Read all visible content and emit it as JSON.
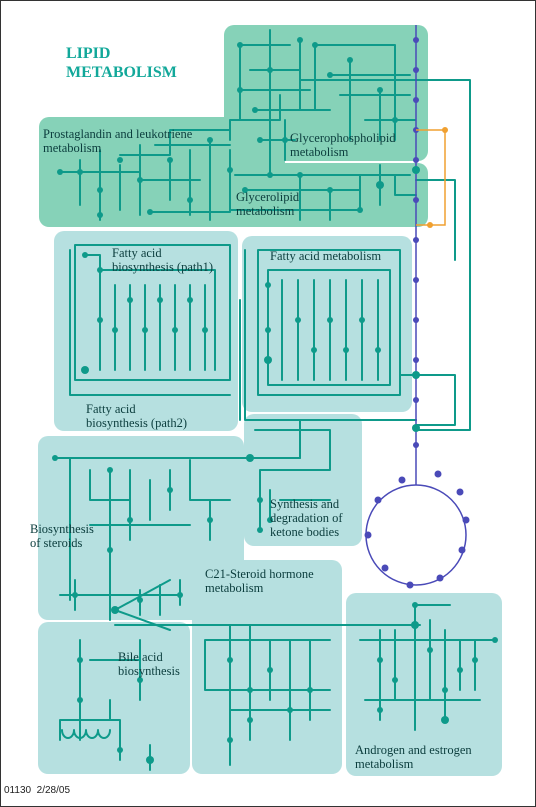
{
  "title_line1": "LIPID",
  "title_line2": "METABOLISM",
  "footer_code": "01130",
  "footer_date": "2/28/05",
  "colors": {
    "green_region": "#86d2b8",
    "blue_region": "#b6e0e0",
    "pathway": "#0e9a8a",
    "main_axis": "#4a4ab8",
    "side_link": "#f0a030"
  },
  "regions": {
    "prostaglandin": {
      "line1": "Prostaglandin and leukotriene",
      "line2": "metabolism"
    },
    "glycerophospholipid": {
      "line1": "Glycerophospholipid",
      "line2": "metabolism"
    },
    "glycerolipid": {
      "line1": "Glycerolipid",
      "line2": "metabolism"
    },
    "fatty_acid_path1": {
      "line1": "Fatty acid",
      "line2": "biosynthesis (path1)"
    },
    "fatty_acid_metabolism": {
      "line1": "Fatty acid metabolism"
    },
    "fatty_acid_path2": {
      "line1": "Fatty acid",
      "line2": "biosynthesis (path2)"
    },
    "ketone_bodies": {
      "line1": "Synthesis and",
      "line2": "degradation of",
      "line3": "ketone bodies"
    },
    "steroids": {
      "line1": "Biosynthesis",
      "line2": "of steroids"
    },
    "c21_steroid": {
      "line1": "C21-Steroid hormone",
      "line2": "metabolism"
    },
    "bile_acid": {
      "line1": "Bile acid",
      "line2": "biosynthesis"
    },
    "androgen_estrogen": {
      "line1": "Androgen and estrogen",
      "line2": "metabolism"
    }
  }
}
